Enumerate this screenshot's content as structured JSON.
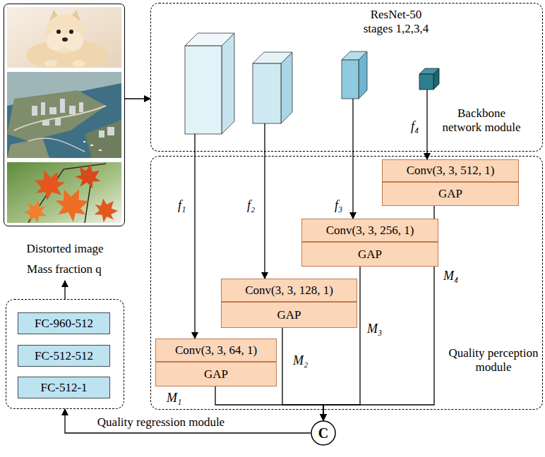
{
  "diagram": {
    "nodes": [
      {
        "text": [
          "Distorted image"
        ]
      },
      {
        "text": [
          "ResNet-50 stages 1,2,3,4",
          "Backbone network module"
        ]
      },
      {
        "text": [
          "Quality perception module"
        ]
      },
      {
        "text": [
          "Conv(3, 3, 512, 1)"
        ],
        "in": 2
      },
      {
        "text": [
          "GAP"
        ],
        "in": 2
      },
      {
        "text": [
          "Conv(3, 3, 256, 1)"
        ],
        "in": 2
      },
      {
        "text": [
          "GAP"
        ],
        "in": 2
      },
      {
        "text": [
          "Conv(3, 3, 128, 1)"
        ],
        "in": 2
      },
      {
        "text": [
          "GAP"
        ],
        "in": 2
      },
      {
        "text": [
          "Conv(3, 3, 64, 1)"
        ],
        "in": 2
      },
      {
        "text": [
          "GAP"
        ],
        "in": 2
      },
      {
        "text": [
          "Quality regression module"
        ]
      },
      {
        "text": [
          "FC-960-512"
        ],
        "in": 11
      },
      {
        "text": [
          "FC-512-512"
        ],
        "in": 11
      },
      {
        "text": [
          "FC-512-1"
        ],
        "in": 11
      },
      {
        "text": [
          "C"
        ]
      }
    ],
    "edges": [
      {
        "from": 0,
        "to": 1,
        "arrow": "to"
      },
      {
        "from": 1,
        "to": 9,
        "label": "f₁",
        "arrow": "to"
      },
      {
        "from": 1,
        "to": 7,
        "label": "f₂",
        "arrow": "to"
      },
      {
        "from": 1,
        "to": 5,
        "label": "f₃",
        "arrow": "to"
      },
      {
        "from": 1,
        "to": 3,
        "label": "f₄",
        "arrow": "to"
      },
      {
        "from": 10,
        "to": 15,
        "label": "M₁",
        "arrow": "to"
      },
      {
        "from": 8,
        "to": 15,
        "label": "M₂",
        "arrow": "to"
      },
      {
        "from": 6,
        "to": 15,
        "label": "M₃",
        "arrow": "to"
      },
      {
        "from": 4,
        "to": 15,
        "label": "M₄",
        "arrow": "to"
      },
      {
        "from": 15,
        "to": 11,
        "arrow": "to"
      }
    ],
    "labels": [
      "Mass fraction q"
    ]
  }
}
